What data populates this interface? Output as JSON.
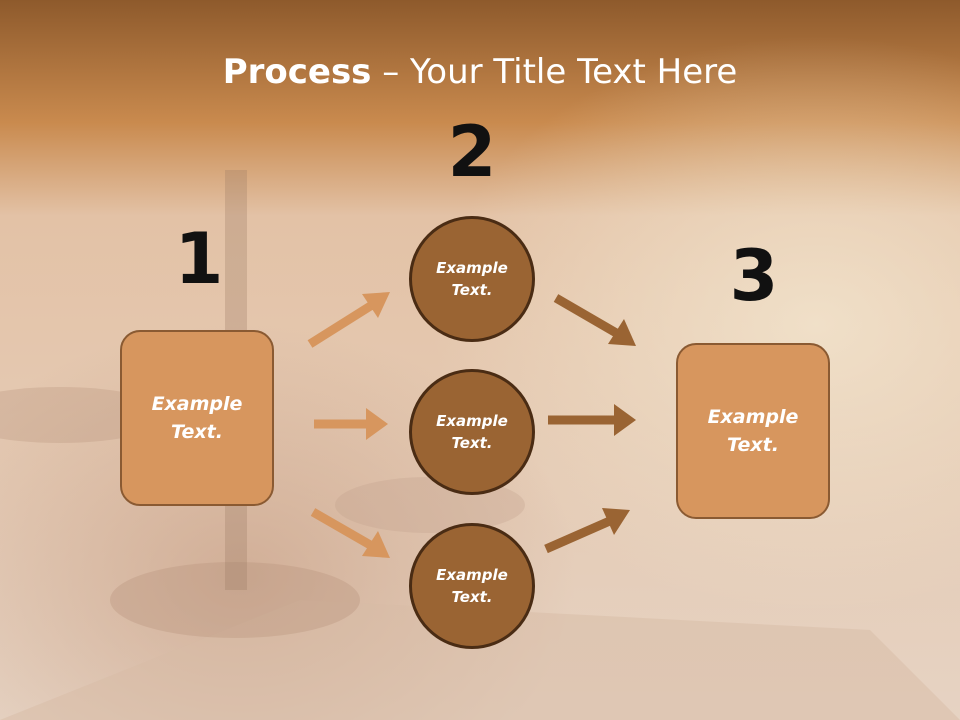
{
  "slide": {
    "title_bold": "Process",
    "title_rest": " – Your Title Text Here"
  },
  "steps": [
    {
      "number": "1",
      "label": "Example\nText."
    },
    {
      "number": "2",
      "label": "Example\nText."
    },
    {
      "number": "3",
      "label": "Example\nText."
    }
  ],
  "middle_nodes": [
    {
      "label": "Example\nText."
    },
    {
      "label": "Example\nText."
    },
    {
      "label": "Example\nText."
    }
  ],
  "colors": {
    "box_fill": "#d7965e",
    "box_border": "#8a5a32",
    "circle_fill": "#9a6433",
    "circle_border": "#4a2c14",
    "arrow_light": "#d7965e",
    "arrow_dark": "#9a6433"
  }
}
